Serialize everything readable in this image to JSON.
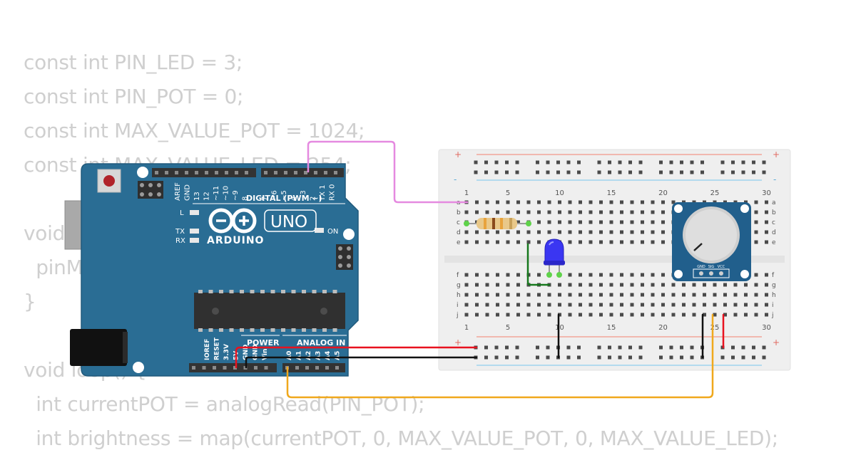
{
  "code": {
    "lines": [
      "const int PIN_LED = 3;",
      "const int PIN_POT = 0;",
      "const int MAX_VALUE_POT = 1024;",
      "const int MAX_VALUE_LED = 254;",
      "",
      "void setup() {",
      "  pinMode(PIN_LED, OUTPUT);",
      "}",
      "",
      "void loop() {",
      "  int currentPOT = analogRead(PIN_POT);",
      "  int brightness = map(currentPOT, 0, MAX_VALUE_POT, 0, MAX_VALUE_LED);"
    ]
  },
  "arduino": {
    "brand": "ARDUINO",
    "model": "UNO",
    "digital_label": "DIGITAL (PWM ~)",
    "power_label": "POWER",
    "analog_label": "ANALOG IN",
    "led_l": "L",
    "led_tx": "TX",
    "led_rx": "RX",
    "led_on": "ON",
    "digital_pins": [
      "AREF",
      "GND",
      "13",
      "12",
      "~11",
      "~10",
      "~9",
      "8",
      "7",
      "~6",
      "~5",
      "4",
      "~3",
      "2",
      "TX 1",
      "RX 0"
    ],
    "power_pins": [
      "IOREF",
      "RESET",
      "3.3V",
      "5V",
      "GND",
      "GND",
      "Vin"
    ],
    "analog_pins": [
      "A0",
      "A1",
      "A2",
      "A3",
      "A4",
      "A5"
    ]
  },
  "breadboard": {
    "row_letters_top": [
      "a",
      "b",
      "c",
      "d",
      "e"
    ],
    "row_letters_bottom": [
      "f",
      "g",
      "h",
      "i",
      "j"
    ],
    "column_numbers": [
      "1",
      "5",
      "10",
      "15",
      "20",
      "25",
      "30"
    ],
    "plus_sign": "+",
    "minus_sign": "-"
  },
  "potentiometer": {
    "pins": [
      "GND",
      "SIG",
      "VCC"
    ]
  },
  "colors": {
    "board": "#2a6d94",
    "breadboard": "#efefef",
    "wire_pink": "#e58ae0",
    "wire_red": "#e8121f",
    "wire_black": "#111111",
    "wire_orange": "#f0a81c",
    "wire_green": "#17781d",
    "led_blue": "#3030f0",
    "pot_module": "#215f8c"
  }
}
